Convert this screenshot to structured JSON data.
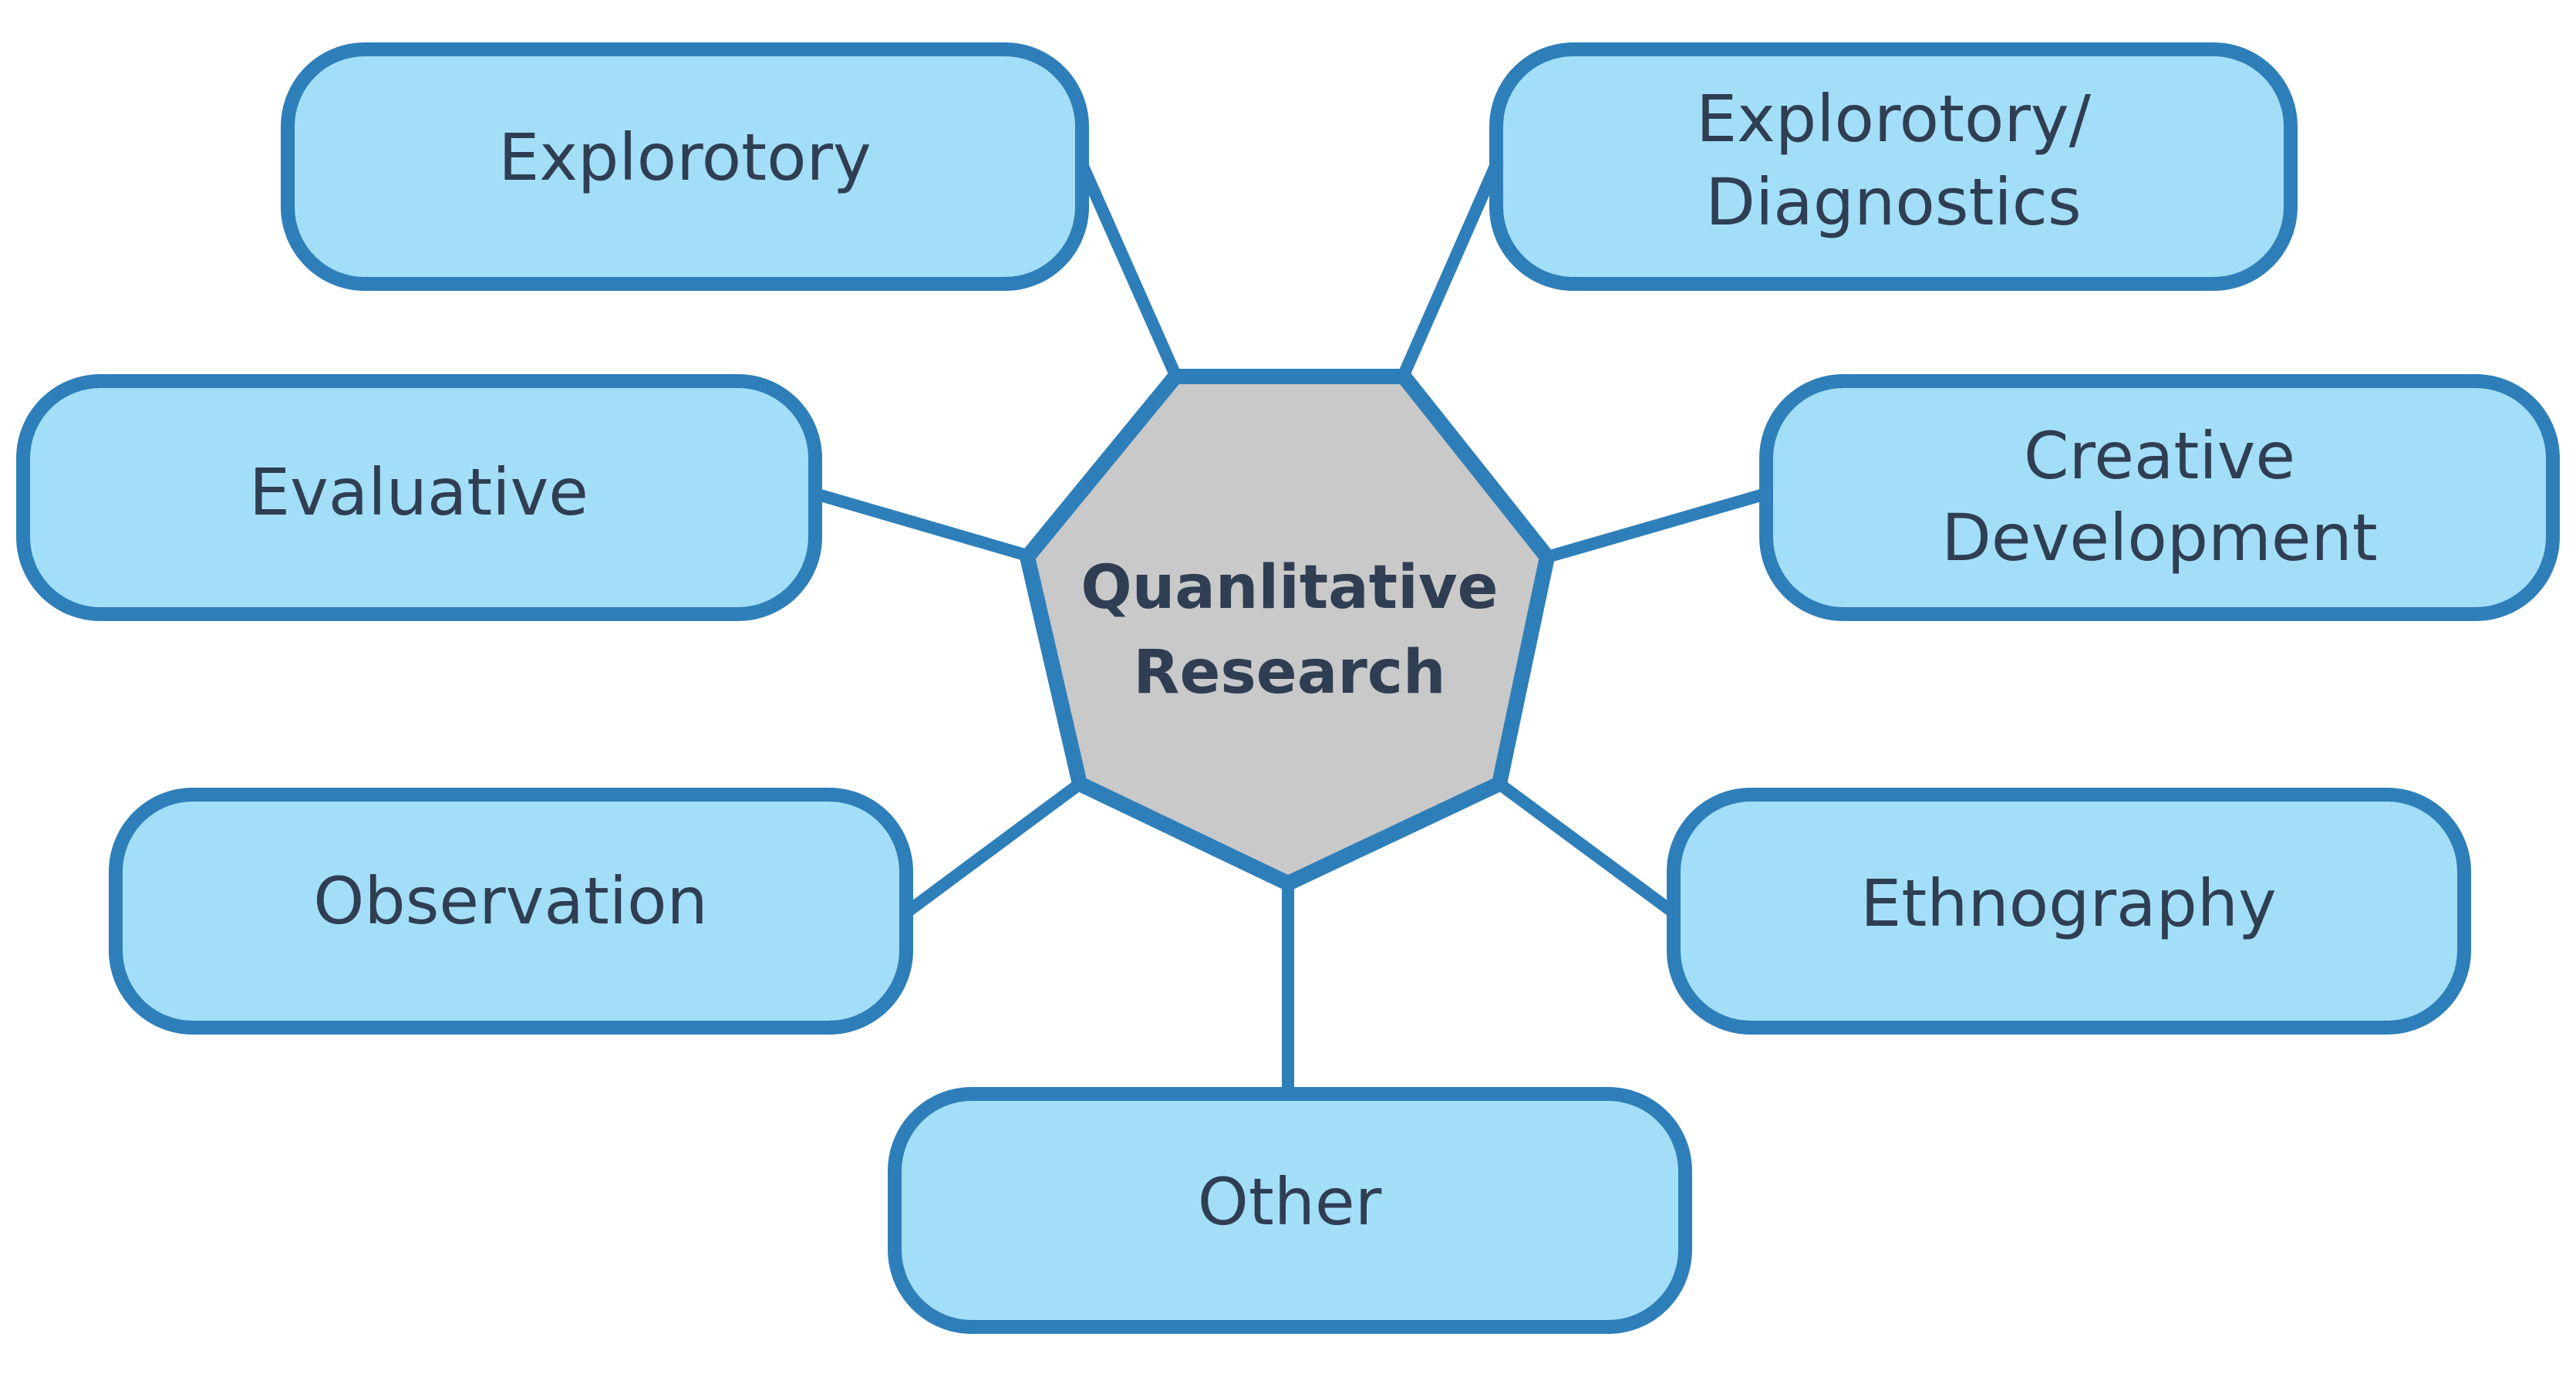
{
  "colors": {
    "box_fill": "#a3def8",
    "outline": "#2e7fb9",
    "center_fill": "#c9c9c9",
    "text": "#2f3e52",
    "background": "#ffffff"
  },
  "center": {
    "line1": "Quanlitative",
    "line2": "Research"
  },
  "nodes": {
    "explorotory": {
      "line1": "Explorotory"
    },
    "explorotory_diagnostics": {
      "line1": "Explorotory/",
      "line2": "Diagnostics"
    },
    "evaluative": {
      "line1": "Evaluative"
    },
    "creative_development": {
      "line1": "Creative",
      "line2": "Development"
    },
    "observation": {
      "line1": "Observation"
    },
    "ethnography": {
      "line1": "Ethnography"
    },
    "other": {
      "line1": "Other"
    }
  }
}
